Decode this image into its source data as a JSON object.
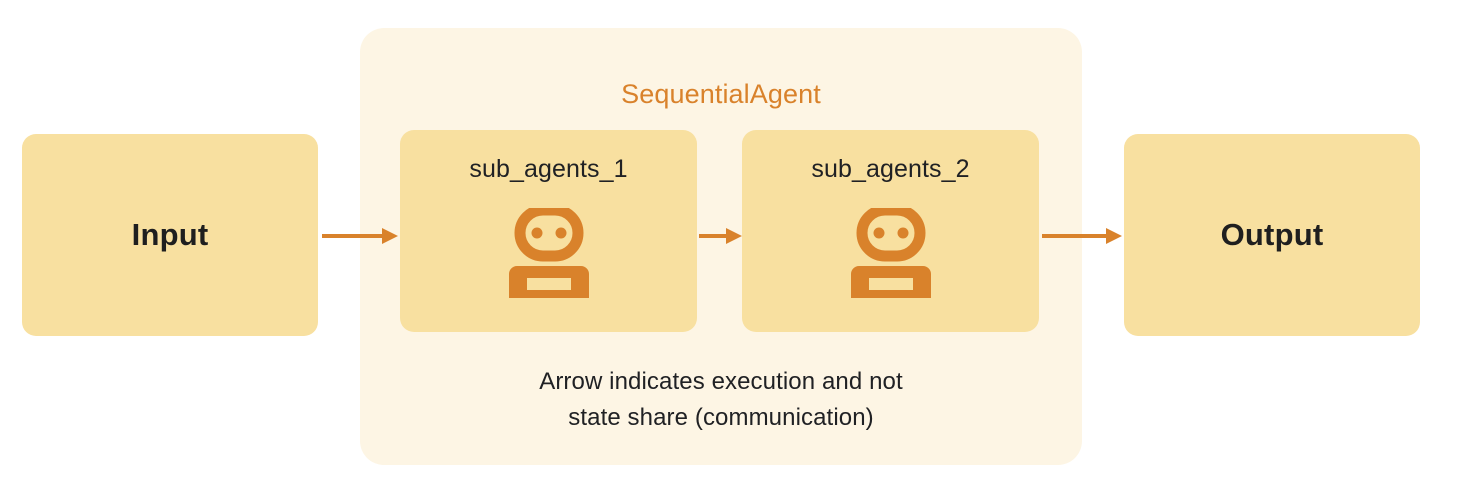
{
  "diagram": {
    "title": "SequentialAgent",
    "caption_line_1": "Arrow indicates execution and not",
    "caption_line_2": "state share (communication)",
    "input": {
      "label": "Input"
    },
    "output": {
      "label": "Output"
    },
    "sub_agents": [
      {
        "label": "sub_agents_1",
        "icon": "robot-icon"
      },
      {
        "label": "sub_agents_2",
        "icon": "robot-icon"
      }
    ],
    "arrows": [
      {
        "name": "input-to-agent1",
        "direction": "right"
      },
      {
        "name": "agent1-to-agent2",
        "direction": "right"
      },
      {
        "name": "agent2-to-output",
        "direction": "right"
      }
    ],
    "colors": {
      "background": "#FFFFFF",
      "group_background": "#FDF5E4",
      "box_background": "#F8E0A0",
      "accent_orange": "#D9822B",
      "text_dark": "#202124"
    }
  }
}
